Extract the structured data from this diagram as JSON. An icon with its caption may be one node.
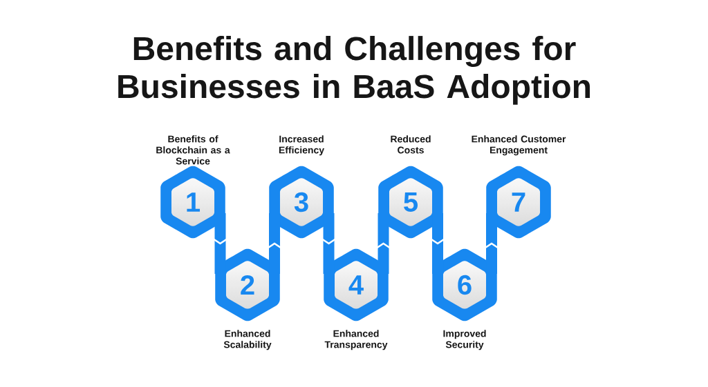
{
  "diagram": {
    "title": "Benefits and Challenges for Businesses in BaaS Adoption",
    "nodes": [
      {
        "text": [
          "1"
        ],
        "beside": [
          "Benefits of Blockchain as a Service"
        ]
      },
      {
        "text": [
          "2"
        ],
        "beside": [
          "Enhanced Scalability"
        ]
      },
      {
        "text": [
          "3"
        ],
        "beside": [
          "Increased Efficiency"
        ]
      },
      {
        "text": [
          "4"
        ],
        "beside": [
          "Enhanced Transparency"
        ]
      },
      {
        "text": [
          "5"
        ],
        "beside": [
          "Reduced Costs"
        ]
      },
      {
        "text": [
          "6"
        ],
        "beside": [
          "Improved Security"
        ]
      },
      {
        "text": [
          "7"
        ],
        "beside": [
          "Enhanced Customer Engagement"
        ]
      }
    ],
    "edges": [
      {
        "from": 0,
        "to": 1,
        "arrow": "to"
      },
      {
        "from": 1,
        "to": 2,
        "arrow": "to"
      },
      {
        "from": 2,
        "to": 3,
        "arrow": "to"
      },
      {
        "from": 3,
        "to": 4,
        "arrow": "to"
      },
      {
        "from": 4,
        "to": 5,
        "arrow": "to"
      },
      {
        "from": 5,
        "to": 6,
        "arrow": "to"
      }
    ]
  }
}
